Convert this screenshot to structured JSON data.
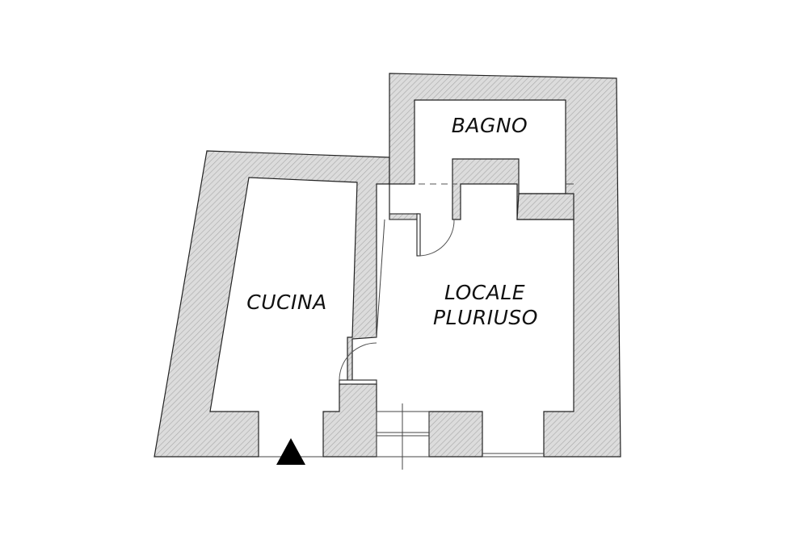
{
  "rooms": {
    "bagno": "BAGNO",
    "cucina": "CUCINA",
    "locale_line1": "LOCALE",
    "locale_line2": "PLURIUSO"
  },
  "colors": {
    "wall_fill": "#d9d9d9",
    "hatch_line": "#9a9a9a",
    "outline": "#222222",
    "entrance_marker": "#000000"
  },
  "icons": {
    "entrance": "entrance-triangle-icon"
  }
}
